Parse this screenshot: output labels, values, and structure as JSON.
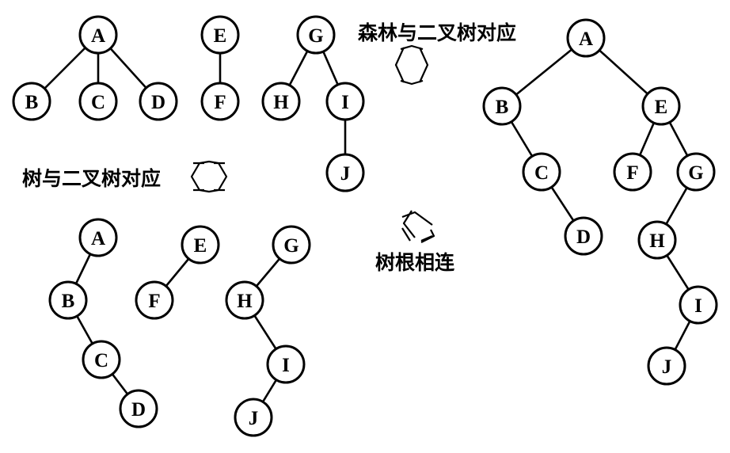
{
  "captions": {
    "forest_to_binary": "森林与二叉树对应",
    "tree_to_binary": "树与二叉树对应",
    "connect_roots": "树根相连"
  },
  "icons": {
    "forest_arrow": "vertical-double-arrow-icon",
    "tree_arrow": "vertical-double-arrow-icon",
    "roots_arrow": "rotated-double-arrow-icon"
  },
  "forest": {
    "trees": [
      {
        "root": "A",
        "children": [
          "B",
          "C",
          "D"
        ]
      },
      {
        "root": "E",
        "children": [
          "F"
        ]
      },
      {
        "root": "G",
        "children": [
          "H",
          "I"
        ],
        "grandchild": {
          "parent": "I",
          "label": "J"
        }
      }
    ]
  },
  "binary_trees": [
    {
      "nodes": [
        "A",
        "B",
        "C",
        "D"
      ]
    },
    {
      "nodes": [
        "E",
        "F"
      ]
    },
    {
      "nodes": [
        "G",
        "H",
        "I",
        "J"
      ]
    }
  ],
  "combined_binary_tree": {
    "nodes": [
      "A",
      "B",
      "C",
      "D",
      "E",
      "F",
      "G",
      "H",
      "I",
      "J"
    ]
  }
}
